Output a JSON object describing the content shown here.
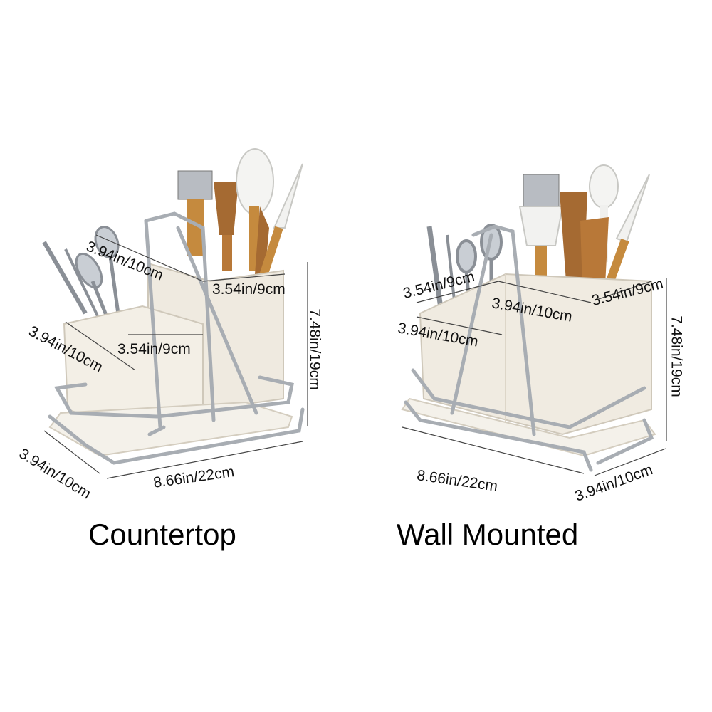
{
  "products": [
    {
      "caption": "Countertop",
      "dimensions": {
        "top_depth": "3.94in/10cm",
        "top_width": "3.54in/9cm",
        "front_depth": "3.94in/10cm",
        "front_width": "3.54in/9cm",
        "height": "7.48in/19cm",
        "base_depth": "3.94in/10cm",
        "base_length": "8.66in/22cm"
      }
    },
    {
      "caption": "Wall Mounted",
      "dimensions": {
        "top_width_left": "3.54in/9cm",
        "top_depth": "3.94in/10cm",
        "top_width_right": "3.54in/9cm",
        "front_depth": "3.94in/10cm",
        "height": "7.48in/19cm",
        "base_length": "8.66in/22cm",
        "base_depth": "3.94in/10cm"
      }
    }
  ]
}
